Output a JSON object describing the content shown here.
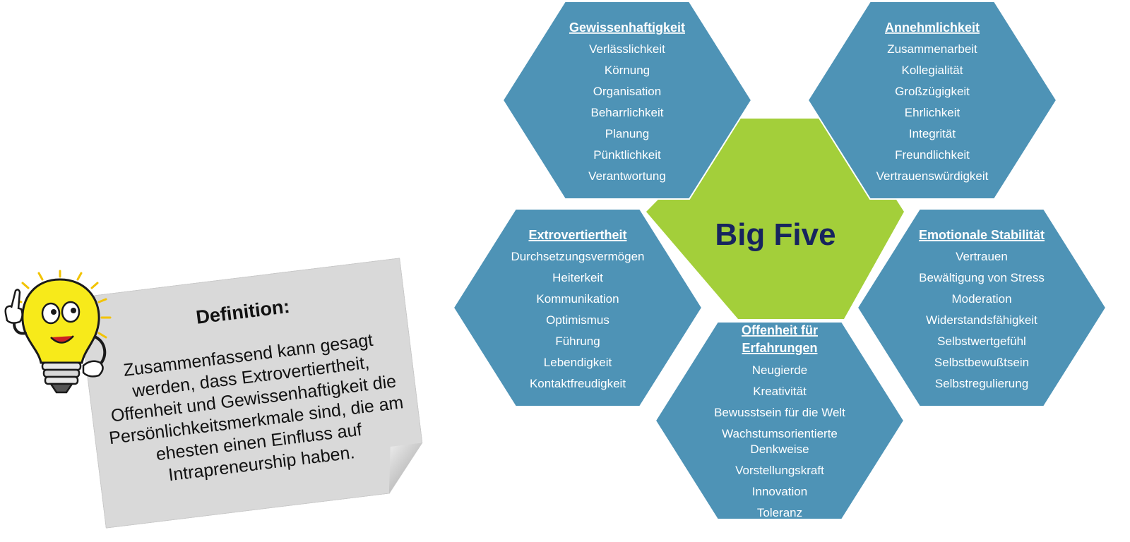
{
  "colors": {
    "hex_fill": "#4e93b6",
    "hex_text": "#ffffff",
    "center_fill": "#a3cf3a",
    "center_text": "#17245e",
    "note_fill": "#d9d9d9"
  },
  "center": {
    "title": "Big Five"
  },
  "hexagons": [
    {
      "id": "gewissenhaftigkeit",
      "title": "Gewissenhaftigkeit",
      "items": [
        "Verlässlichkeit",
        "Körnung",
        "Organisation",
        "Beharrlichkeit",
        "Planung",
        "Pünktlichkeit",
        "Verantwortung"
      ]
    },
    {
      "id": "annehmlichkeit",
      "title": "Annehmlichkeit",
      "items": [
        "Zusammenarbeit",
        "Kollegialität",
        "Großzügigkeit",
        "Ehrlichkeit",
        "Integrität",
        "Freundlichkeit",
        "Vertrauenswürdigkeit"
      ]
    },
    {
      "id": "extrovertiertheit",
      "title": "Extrovertiertheit",
      "items": [
        "Durchsetzungsvermögen",
        "Heiterkeit",
        "Kommunikation",
        "Optimismus",
        "Führung",
        "Lebendigkeit",
        "Kontaktfreudigkeit"
      ]
    },
    {
      "id": "emotionale-stabilitaet",
      "title": "Emotionale Stabilität",
      "items": [
        "Vertrauen",
        "Bewältigung von Stress",
        "Moderation",
        "Widerstandsfähigkeit",
        "Selbstwertgefühl",
        "Selbstbewußtsein",
        "Selbstregulierung"
      ]
    },
    {
      "id": "offenheit",
      "title": "Offenheit für Erfahrungen",
      "items": [
        "Neugierde",
        "Kreativität",
        "Bewusstsein für die Welt",
        "Wachstumsorientierte Denkweise",
        "Vorstellungskraft",
        "Innovation",
        "Toleranz"
      ]
    }
  ],
  "definition": {
    "title": "Definition:",
    "text": "Zusammenfassend kann gesagt werden, dass Extrovertiertheit, Offenheit und Gewissenhaftigkeit die Persönlichkeitsmerkmale sind, die am ehesten einen Einfluss auf Intrapreneurship haben."
  }
}
